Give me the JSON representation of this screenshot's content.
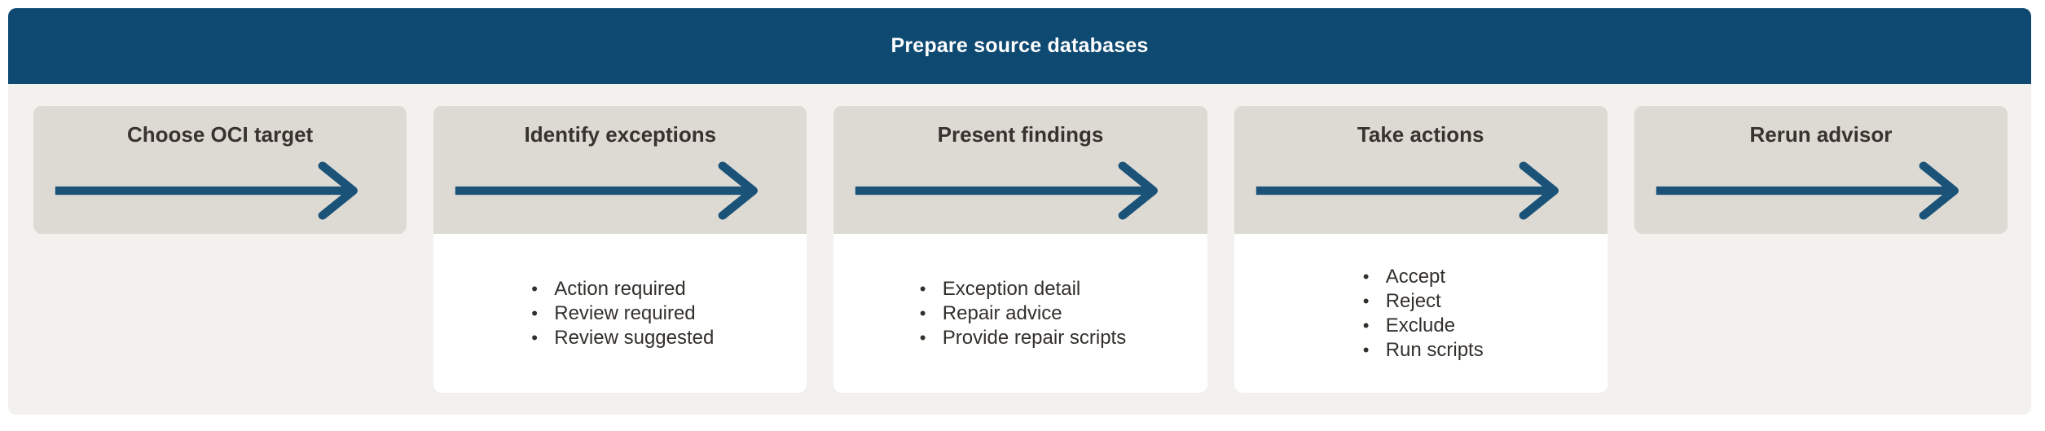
{
  "header": {
    "title": "Prepare source databases"
  },
  "colors": {
    "page_bg": "#FFFFFF",
    "body_bg": "#F2F1EE",
    "header_bg": "#0E4971",
    "header_text": "#FFFFFF",
    "card_bg": "#DDDAD3",
    "detail_bg": "#FFFFFF",
    "arrow": "#1A5278",
    "title_text": "#38332E",
    "bullet_text": "#33302C"
  },
  "steps": [
    {
      "title": "Choose OCI target",
      "arrow_icon": "right-arrow",
      "bullets": []
    },
    {
      "title": "Identify exceptions",
      "arrow_icon": "right-arrow",
      "bullets": [
        "Action required",
        "Review required",
        "Review suggested"
      ]
    },
    {
      "title": "Present findings",
      "arrow_icon": "right-arrow",
      "bullets": [
        "Exception detail",
        "Repair advice",
        "Provide repair scripts"
      ]
    },
    {
      "title": "Take actions",
      "arrow_icon": "right-arrow",
      "bullets": [
        "Accept",
        "Reject",
        "Exclude",
        "Run scripts"
      ]
    },
    {
      "title": "Rerun advisor",
      "arrow_icon": "right-arrow",
      "bullets": []
    }
  ]
}
